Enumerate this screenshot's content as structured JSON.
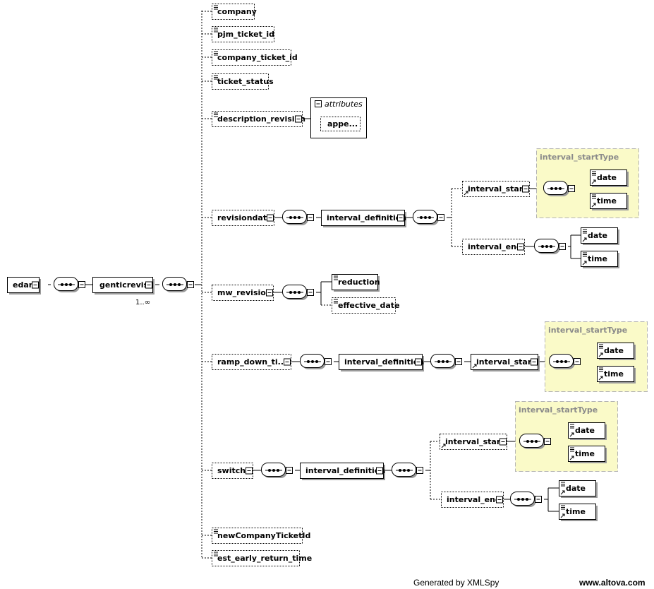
{
  "root": "edart",
  "genticrevise": {
    "label": "genticrevise",
    "multiplicity": "1..∞"
  },
  "children": {
    "company": "company",
    "pjm_ticket_id": "pjm_ticket_id",
    "company_ticket_id": "company_ticket_id",
    "ticket_status": "ticket_status",
    "description_revision": "description_revision",
    "revisiondate": "revisiondate",
    "mw_revision": "mw_revision",
    "ramp_down_time": "ramp_down_ti...",
    "switch": "switch",
    "newCompanyTicketId": "newCompanyTicketId",
    "est_early_return_time": "est_early_return_time"
  },
  "attributes": {
    "title": "attributes",
    "item": "appe..."
  },
  "interval_definition": "interval_definition",
  "interval_start": "interval_start",
  "interval_end": "interval_end",
  "type_name": "interval_startType",
  "date": "date",
  "time": "time",
  "mw": {
    "reduction": "reduction",
    "effective_date": "effective_date"
  },
  "footer": {
    "generator": "Generated by XMLSpy",
    "site": "www.altova.com"
  },
  "colors": {
    "type_fill": "#fafac8",
    "type_border": "#b4b4b4",
    "shadow": "#9a9a9a"
  }
}
